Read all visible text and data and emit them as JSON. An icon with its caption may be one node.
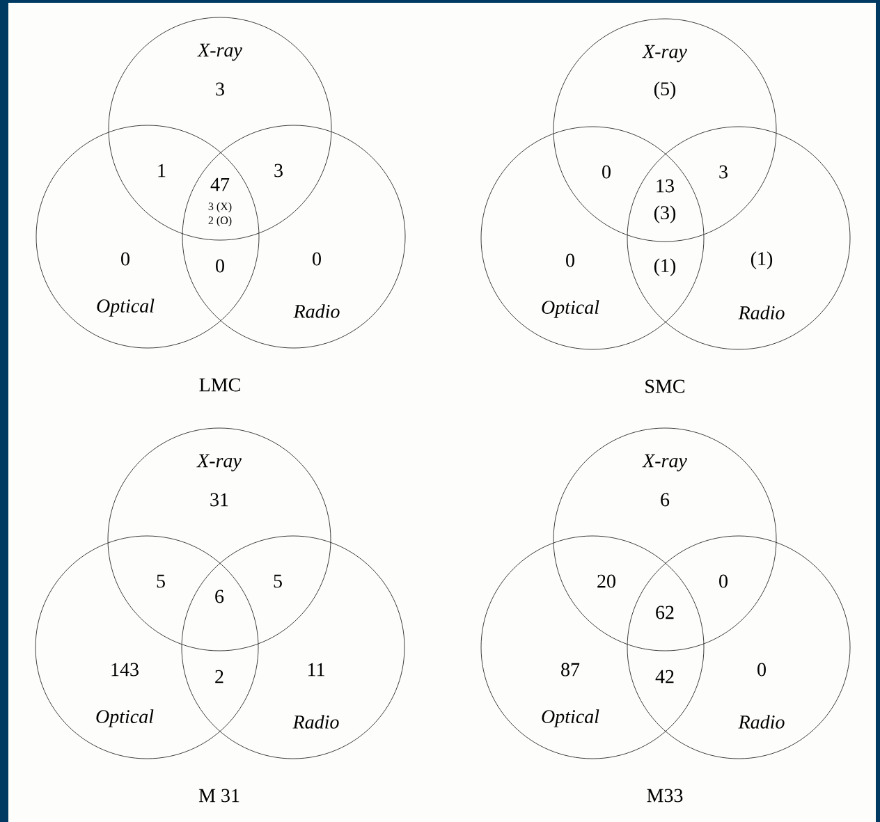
{
  "diagram": {
    "nodes": [
      {
        "text": [
          "*X-ray*"
        ]
      },
      {
        "text": [
          "*Optical*"
        ]
      },
      {
        "text": [
          "*Radio*"
        ]
      },
      {
        "text": [
          "*X-ray*"
        ]
      },
      {
        "text": [
          "*Optical*"
        ]
      },
      {
        "text": [
          "*Radio*"
        ]
      },
      {
        "text": [
          "*X-ray*"
        ]
      },
      {
        "text": [
          "*Optical*"
        ]
      },
      {
        "text": [
          "*Radio*"
        ]
      },
      {
        "text": [
          "*X-ray*"
        ]
      },
      {
        "text": [
          "*Optical*"
        ]
      },
      {
        "text": [
          "*Radio*"
        ]
      }
    ],
    "labels": [
      "3",
      "1",
      "3",
      "47",
      "3 (X)",
      "2 (O)",
      "0",
      "0",
      "0",
      "LMC",
      "(5)",
      "0",
      "3",
      "13",
      "(3)",
      "0",
      "(1)",
      "(1)",
      "SMC",
      "31",
      "5",
      "5",
      "6",
      "143",
      "2",
      "11",
      "M 31",
      "6",
      "20",
      "0",
      "62",
      "87",
      "42",
      "0",
      "M33"
    ]
  }
}
